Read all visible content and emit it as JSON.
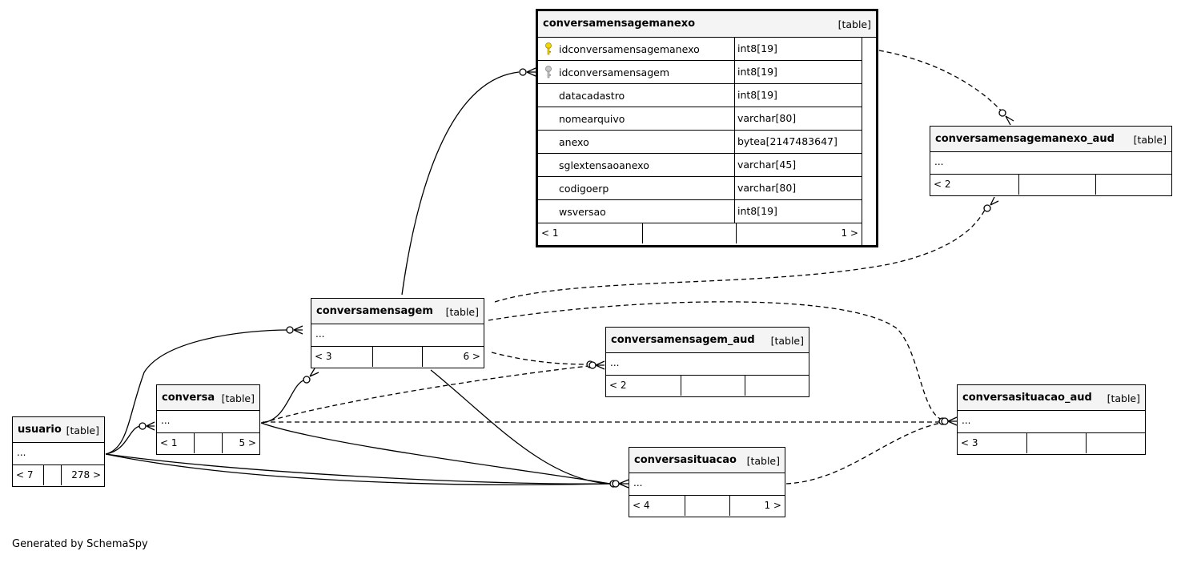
{
  "focus_table": {
    "name": "conversamensagemanexo",
    "kind": "[table]",
    "columns": [
      {
        "name": "idconversamensagemanexo",
        "type": "int8[19]",
        "key": "primary"
      },
      {
        "name": "idconversamensagem",
        "type": "int8[19]",
        "key": "foreign"
      },
      {
        "name": "datacadastro",
        "type": "int8[19]",
        "key": ""
      },
      {
        "name": "nomearquivo",
        "type": "varchar[80]",
        "key": ""
      },
      {
        "name": "anexo",
        "type": "bytea[2147483647]",
        "key": ""
      },
      {
        "name": "sglextensaoanexo",
        "type": "varchar[45]",
        "key": ""
      },
      {
        "name": "codigoerp",
        "type": "varchar[80]",
        "key": ""
      },
      {
        "name": "wsversao",
        "type": "int8[19]",
        "key": ""
      }
    ],
    "footer": {
      "left": "< 1",
      "mid": "",
      "right": "1 >"
    }
  },
  "tables": {
    "conversamensagemanexo_aud": {
      "name": "conversamensagemanexo_aud",
      "kind": "[table]",
      "body": "...",
      "footer": {
        "left": "< 2",
        "mid": "",
        "right": ""
      }
    },
    "conversamensagem": {
      "name": "conversamensagem",
      "kind": "[table]",
      "body": "...",
      "footer": {
        "left": "< 3",
        "mid": "",
        "right": "6 >"
      }
    },
    "conversamensagem_aud": {
      "name": "conversamensagem_aud",
      "kind": "[table]",
      "body": "...",
      "footer": {
        "left": "< 2",
        "mid": "",
        "right": ""
      }
    },
    "conversa": {
      "name": "conversa",
      "kind": "[table]",
      "body": "...",
      "footer": {
        "left": "< 1",
        "mid": "",
        "right": "5 >"
      }
    },
    "usuario": {
      "name": "usuario",
      "kind": "[table]",
      "body": "...",
      "footer": {
        "left": "< 7",
        "mid": "",
        "right": "278 >"
      }
    },
    "conversasituacao": {
      "name": "conversasituacao",
      "kind": "[table]",
      "body": "...",
      "footer": {
        "left": "< 4",
        "mid": "",
        "right": "1 >"
      }
    },
    "conversasituacao_aud": {
      "name": "conversasituacao_aud",
      "kind": "[table]",
      "body": "...",
      "footer": {
        "left": "< 3",
        "mid": "",
        "right": ""
      }
    }
  },
  "relationships": [
    {
      "from": "conversamensagem",
      "to": "conversamensagemanexo",
      "style": "solid"
    },
    {
      "from": "conversamensagemanexo",
      "to": "conversamensagemanexo_aud",
      "style": "dashed"
    },
    {
      "from": "conversamensagem",
      "to": "conversamensagemanexo_aud",
      "style": "dashed"
    },
    {
      "from": "conversamensagem",
      "to": "conversamensagem_aud",
      "style": "dashed"
    },
    {
      "from": "conversamensagem",
      "to": "conversasituacao_aud",
      "style": "dashed"
    },
    {
      "from": "conversamensagem",
      "to": "conversasituacao",
      "style": "solid"
    },
    {
      "from": "usuario",
      "to": "conversamensagem",
      "style": "solid"
    },
    {
      "from": "usuario",
      "to": "conversa",
      "style": "solid"
    },
    {
      "from": "usuario",
      "to": "conversasituacao",
      "style": "solid"
    },
    {
      "from": "conversa",
      "to": "conversamensagem",
      "style": "solid"
    },
    {
      "from": "conversa",
      "to": "conversasituacao",
      "style": "solid"
    },
    {
      "from": "conversa",
      "to": "conversamensagem_aud",
      "style": "dashed"
    },
    {
      "from": "conversa",
      "to": "conversasituacao_aud",
      "style": "dashed"
    },
    {
      "from": "conversasituacao",
      "to": "conversasituacao_aud",
      "style": "dashed"
    }
  ],
  "footer_note": "Generated by SchemaSpy"
}
